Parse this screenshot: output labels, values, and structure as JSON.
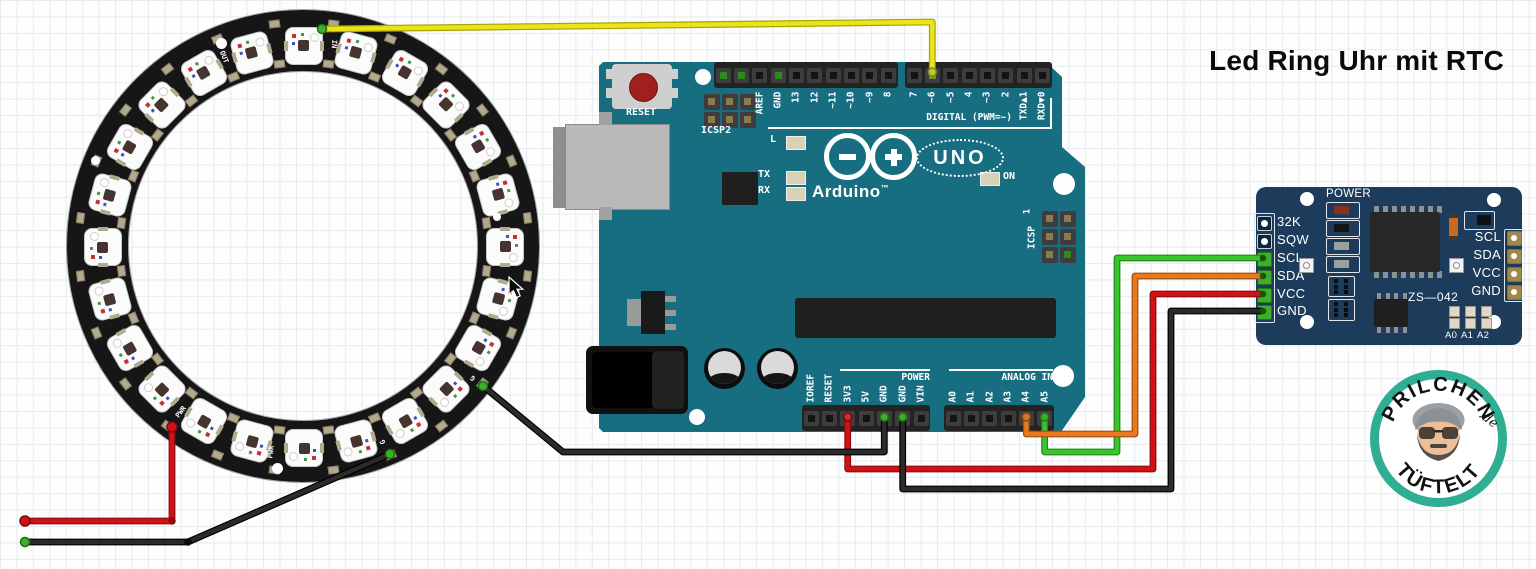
{
  "title": "Led Ring Uhr mit RTC",
  "ring": {
    "led_count": 24,
    "pad_labels": {
      "in": "IN",
      "out": "OUT",
      "pwr": "PWR",
      "g": "G"
    }
  },
  "arduino": {
    "reset_label": "RESET",
    "icsp2_label": "ICSP2",
    "icsp_label": "ICSP",
    "icsp_pin1_label": "1",
    "digital_label": "DIGITAL (PWM=~)",
    "digital_pins_left": [
      "AREF",
      "GND",
      "13",
      "12",
      "~11",
      "~10",
      "~9",
      "8"
    ],
    "digital_pins_right": [
      "7",
      "~6",
      "~5",
      "4",
      "~3",
      "2",
      "TXD▲1",
      "RXD▼0"
    ],
    "led_l": "L",
    "led_tx": "TX",
    "led_rx": "RX",
    "led_on": "ON",
    "brand": "Arduino",
    "brand_tm": "™",
    "model": "UNO",
    "power_label": "POWER",
    "power_pins": [
      "IOREF",
      "RESET",
      "3V3",
      "5V",
      "GND",
      "GND",
      "VIN"
    ],
    "analog_label": "ANALOG IN",
    "analog_pins": [
      "A0",
      "A1",
      "A2",
      "A3",
      "A4",
      "A5"
    ]
  },
  "rtc": {
    "power_label": "POWER",
    "left_pins": [
      "32K",
      "SQW",
      "SCL",
      "SDA",
      "VCC",
      "GND"
    ],
    "right_pins": [
      "SCL",
      "SDA",
      "VCC",
      "GND"
    ],
    "model": "ZS—042",
    "jumpers": [
      "A0",
      "A1",
      "A2"
    ]
  },
  "logo": {
    "arc_top": "PRILCHEN",
    "suffix": ".de",
    "arc_bottom": "TÜFTELT"
  },
  "colors": {
    "board_teal": "#176e80",
    "rtc_navy": "#1d3c5b",
    "wire_yellow": "#e9e41c",
    "wire_green": "#3bc42d",
    "wire_orange": "#e8791e",
    "wire_red": "#d01217",
    "wire_black": "#2b2b2b",
    "logo_teal": "#2fae93",
    "silkscreen": "#ffffff"
  },
  "wires": [
    {
      "name": "signal-wire-yellow",
      "color_key": "wire_yellow",
      "from": "LED ring IN",
      "to": "Arduino D6"
    },
    {
      "name": "scl-wire-green",
      "color_key": "wire_green",
      "from": "Arduino A5",
      "to": "RTC SCL"
    },
    {
      "name": "sda-wire-orange",
      "color_key": "wire_orange",
      "from": "Arduino A4",
      "to": "RTC SDA"
    },
    {
      "name": "vcc-wire-red",
      "color_key": "wire_red",
      "from": "Arduino 3V3",
      "to": "RTC VCC"
    },
    {
      "name": "gnd-wire-black",
      "color_key": "wire_black",
      "from": "Arduino GND",
      "to": "RTC GND"
    },
    {
      "name": "ring-gnd-wire-black",
      "color_key": "wire_black",
      "from": "LED ring G",
      "to": "Arduino GND"
    },
    {
      "name": "ring-power-wire-red",
      "color_key": "wire_red",
      "from": "LED ring PWR",
      "to": "open end"
    },
    {
      "name": "ring-ground-wire-black",
      "color_key": "wire_black",
      "from": "LED ring G",
      "to": "open end"
    }
  ]
}
